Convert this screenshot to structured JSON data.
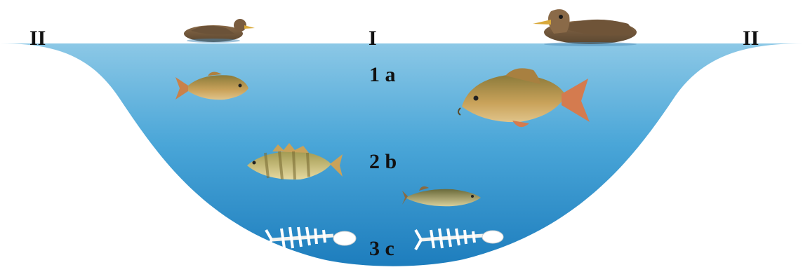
{
  "labels": {
    "left_zone": "II",
    "center_zone": "I",
    "right_zone": "II",
    "level_1": "1 a",
    "level_2": "2 b",
    "level_3": "3 c"
  },
  "colors": {
    "water_top": "#7fbfe0",
    "water_mid": "#3f9ed2",
    "water_bottom": "#1e7fbe",
    "text": "#111111"
  },
  "icons": [
    "duck-icon",
    "duck-icon",
    "small-fish-icon",
    "carp-icon",
    "perch-icon",
    "pike-icon",
    "fish-skeleton-icon",
    "fish-skeleton-icon"
  ]
}
